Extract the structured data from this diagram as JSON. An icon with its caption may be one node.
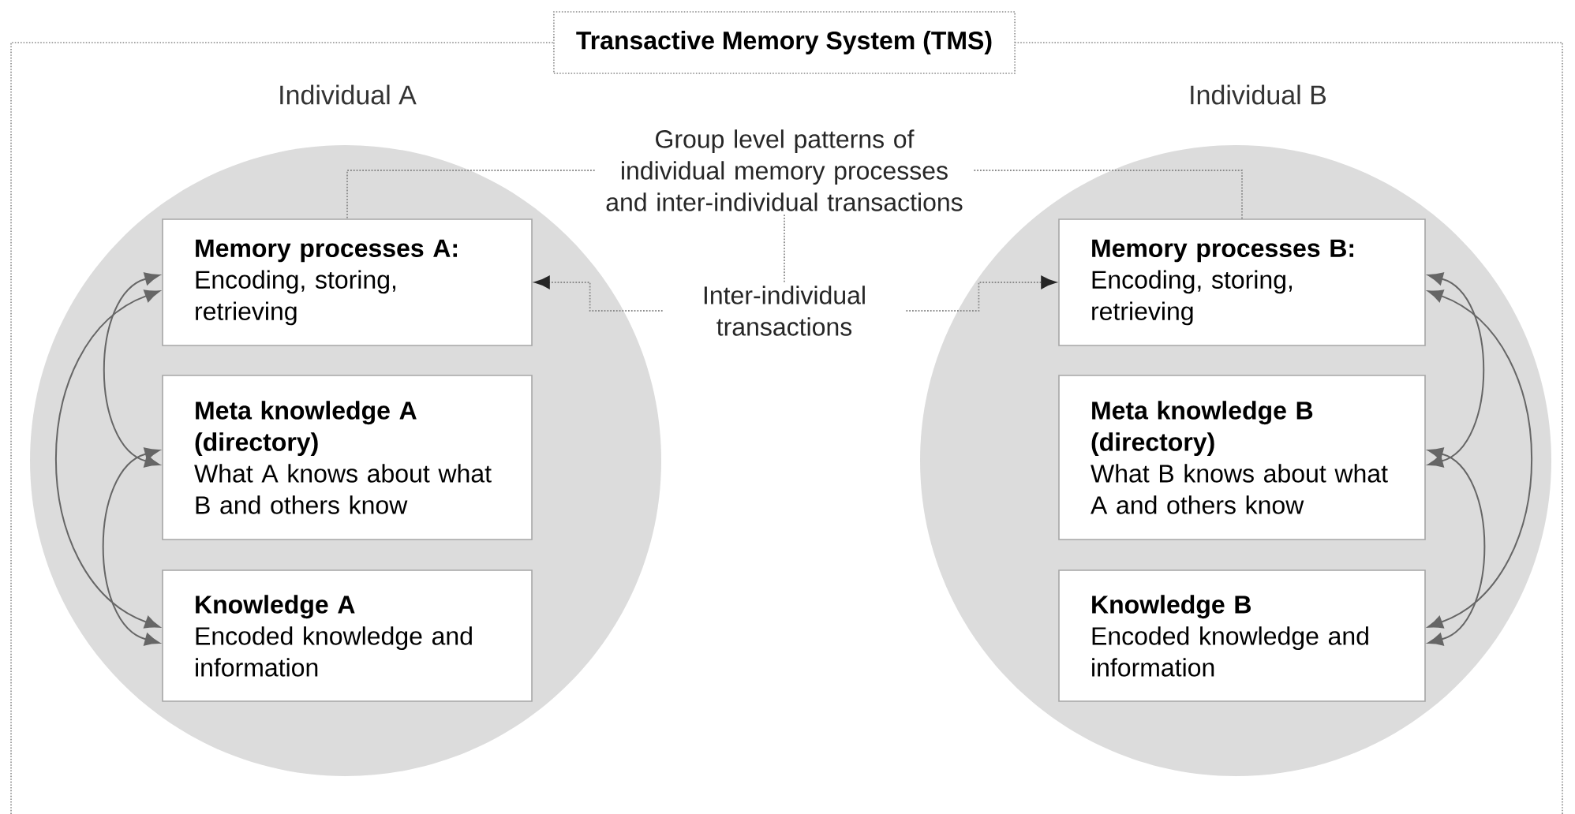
{
  "diagram": {
    "nodes": [
      {
        "text": [
          "Transactive Memory System (TMS)"
        ]
      },
      {
        "text": [
          "Individual A"
        ],
        "in": 0
      },
      {
        "text": [
          "Memory processes A:",
          "Encoding, storing, retrieving"
        ],
        "in": 1
      },
      {
        "text": [
          "Meta knowledge A (directory)",
          "What A knows about what B and others know"
        ],
        "in": 1
      },
      {
        "text": [
          "Knowledge A",
          "Encoded knowledge and information"
        ],
        "in": 1
      },
      {
        "text": [
          "Individual B"
        ],
        "in": 0
      },
      {
        "text": [
          "Memory processes B:",
          "Encoding, storing, retrieving"
        ],
        "in": 5
      },
      {
        "text": [
          "Meta knowledge B (directory)",
          "What B knows about what A and others know"
        ],
        "in": 5
      },
      {
        "text": [
          "Knowledge B",
          "Encoded knowledge and information"
        ],
        "in": 5
      },
      {
        "text": [
          "Group level patterns of individual memory processes and inter-individual transactions"
        ],
        "in": 0
      },
      {
        "text": [
          "Inter-individual transactions"
        ],
        "in": 0
      }
    ],
    "edges": [
      {
        "from": 9,
        "to": 2,
        "arrow": "none",
        "style": "dashed"
      },
      {
        "from": 9,
        "to": 6,
        "arrow": "none",
        "style": "dashed"
      },
      {
        "from": 9,
        "to": 10,
        "arrow": "none",
        "style": "dashed"
      },
      {
        "from": 10,
        "to": 2,
        "arrow": "to",
        "style": "dashed"
      },
      {
        "from": 10,
        "to": 6,
        "arrow": "to",
        "style": "dashed"
      },
      {
        "from": 2,
        "to": 3,
        "arrow": "both"
      },
      {
        "from": 3,
        "to": 4,
        "arrow": "both"
      },
      {
        "from": 2,
        "to": 4,
        "arrow": "both"
      },
      {
        "from": 6,
        "to": 7,
        "arrow": "both"
      },
      {
        "from": 7,
        "to": 8,
        "arrow": "both"
      },
      {
        "from": 6,
        "to": 8,
        "arrow": "both"
      }
    ]
  }
}
